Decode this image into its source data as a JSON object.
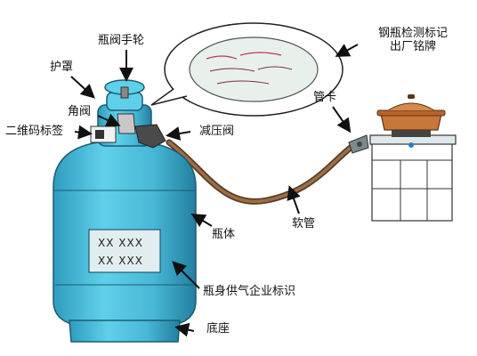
{
  "labels": {
    "handwheel": "瓶阀手轮",
    "guard": "护罩",
    "angle_valve": "角阀",
    "qr_tag": "二维码标签",
    "regulator": "减压阀",
    "nameplate_line1": "钢瓶检测标记",
    "nameplate_line2": "出厂铭牌",
    "pipe_clamp": "管卡",
    "hose": "软管",
    "cylinder_body": "瓶体",
    "supplier_mark": "瓶身供气企业标识",
    "base": "底座"
  },
  "body_marks": {
    "row1": "XX  XXX",
    "row2": "XX  XXX"
  },
  "colors": {
    "cylinder": "#4fc0dc",
    "cylinder_dark": "#2a8fb0",
    "hose": "#7a5535",
    "bubble": "#e8f0ec",
    "handwriting": "#c0304a",
    "stove_pot": "#c8773a"
  }
}
